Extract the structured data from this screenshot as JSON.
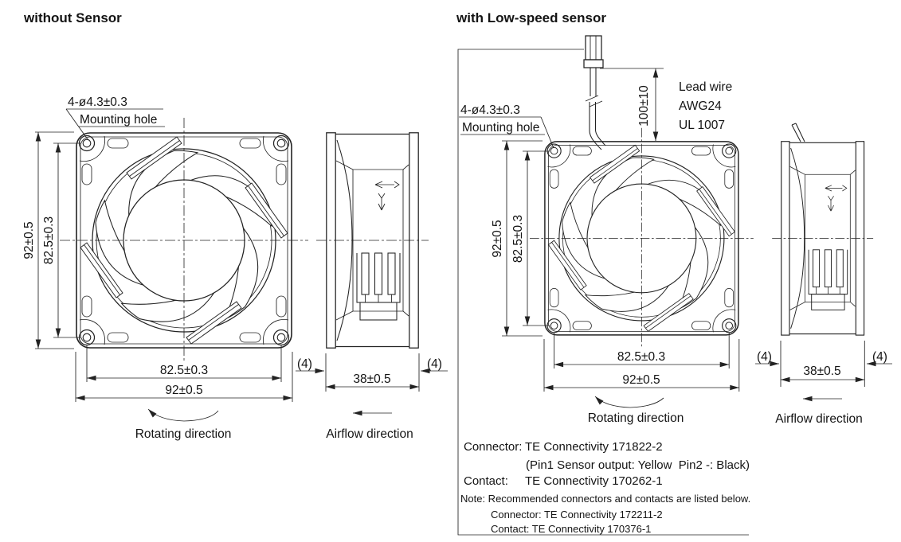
{
  "left_figure": {
    "title": "without Sensor",
    "mounting_hole_spec": "4-ø4.3±0.3",
    "mounting_hole_label": "Mounting hole",
    "height_outer": "92±0.5",
    "height_holes": "82.5±0.3",
    "width_holes": "82.5±0.3",
    "width_outer": "92±0.5",
    "depth": "38±0.5",
    "flange_left": "(4)",
    "flange_right": "(4)",
    "rotating_label": "Rotating direction",
    "airflow_label": "Airflow direction"
  },
  "right_figure": {
    "title": "with Low-speed sensor",
    "mounting_hole_spec": "4-ø4.3±0.3",
    "mounting_hole_label": "Mounting hole",
    "height_outer": "92±0.5",
    "height_holes": "82.5±0.3",
    "width_holes": "82.5±0.3",
    "width_outer": "92±0.5",
    "depth": "38±0.5",
    "flange_left": "(4)",
    "flange_right": "(4)",
    "rotating_label": "Rotating direction",
    "airflow_label": "Airflow direction",
    "lead_wire_length": "100±10",
    "lead_wire_label_lines": [
      "Lead wire",
      "AWG24",
      "UL 1007"
    ],
    "connector_notes": {
      "connector_label": "Connector:",
      "connector_value": "TE Connectivity 171822-2",
      "pin_detail": "(Pin1 Sensor output: Yellow  Pin2 -: Black)",
      "contact_label": "Contact:",
      "contact_value": "TE Connectivity 170262-1",
      "note_title": "Note: Recommended connectors and contacts are listed below.",
      "note_connector": "Connector: TE Connectivity 172211-2",
      "note_contact": "Contact: TE Connectivity 170376-1"
    }
  }
}
